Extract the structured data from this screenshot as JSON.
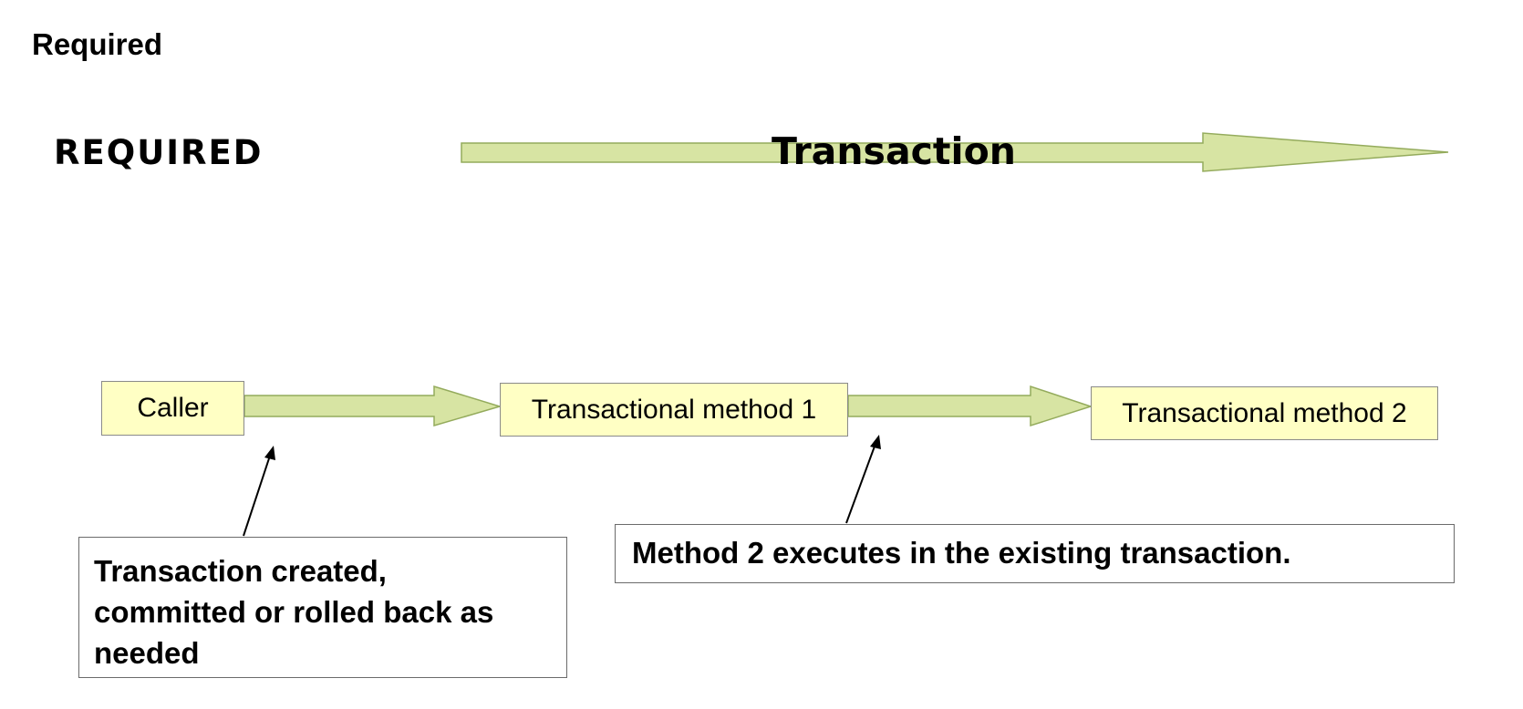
{
  "heading": "Required",
  "diagram": {
    "mode_label": "REQUIRED",
    "scope_label": "Transaction",
    "nodes": {
      "caller": "Caller",
      "method1": "Transactional method 1",
      "method2": "Transactional method 2"
    },
    "notes": {
      "caller_note": "Transaction created,\ncommitted or rolled back as\nneeded",
      "method_note": "Method 2 executes in the existing transaction."
    },
    "colors": {
      "arrow_fill": "#d7e4a3",
      "arrow_stroke": "#94ab5c",
      "node_fill": "#ffffc4",
      "node_border": "#8a8a8a"
    }
  }
}
